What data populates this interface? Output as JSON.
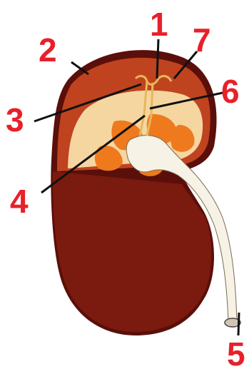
{
  "labels": {
    "l1": "1",
    "l2": "2",
    "l3": "3",
    "l4": "4",
    "l5": "5",
    "l6": "6",
    "l7": "7"
  },
  "colors": {
    "label": "#e8202a",
    "capsule": "#5a0f0a",
    "outer_kidney": "#7b1a0e",
    "cortex": "#c0431f",
    "medulla_bg": "#f6d6a0",
    "pyramids": "#ee7a1d",
    "pelvis_ureter": "#f7f2e6"
  }
}
